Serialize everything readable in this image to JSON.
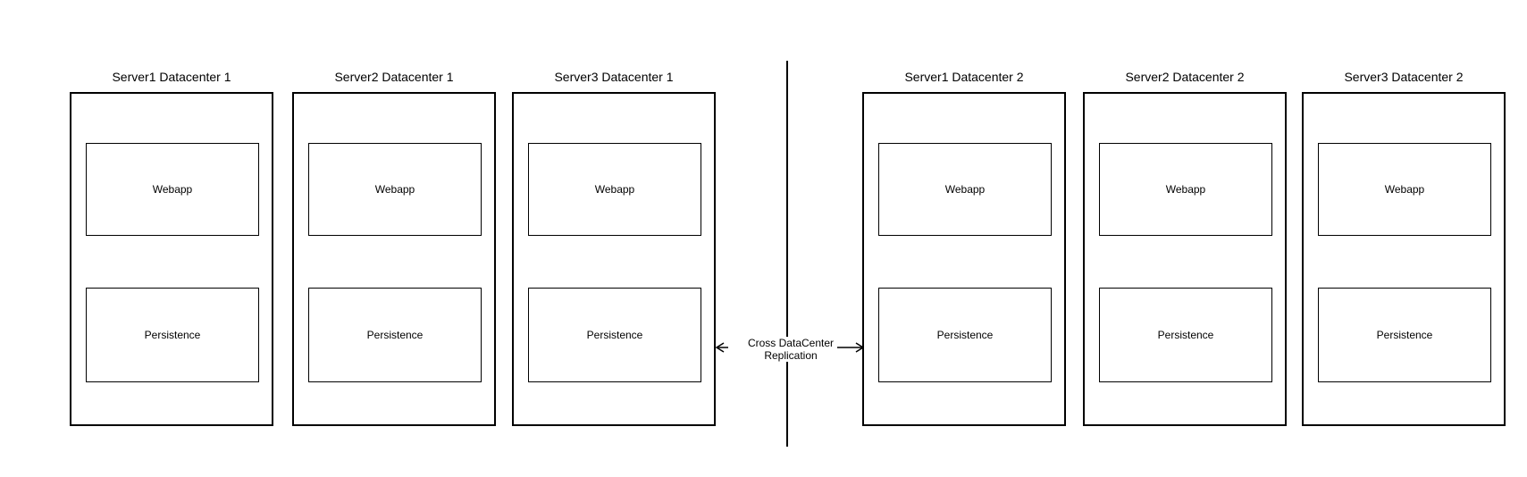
{
  "diagram": {
    "colors": {
      "stroke": "#000000",
      "background": "#ffffff"
    },
    "datacenters": [
      {
        "servers": [
          {
            "title": "Server1 Datacenter 1",
            "components": [
              "Webapp",
              "Persistence"
            ]
          },
          {
            "title": "Server2 Datacenter 1",
            "components": [
              "Webapp",
              "Persistence"
            ]
          },
          {
            "title": "Server3 Datacenter 1",
            "components": [
              "Webapp",
              "Persistence"
            ]
          }
        ]
      },
      {
        "servers": [
          {
            "title": "Server1 Datacenter 2",
            "components": [
              "Webapp",
              "Persistence"
            ]
          },
          {
            "title": "Server2 Datacenter 2",
            "components": [
              "Webapp",
              "Persistence"
            ]
          },
          {
            "title": "Server3 Datacenter 2",
            "components": [
              "Webapp",
              "Persistence"
            ]
          }
        ]
      }
    ],
    "replication_label": {
      "line1": "Cross DataCenter",
      "line2": "Replication"
    }
  }
}
